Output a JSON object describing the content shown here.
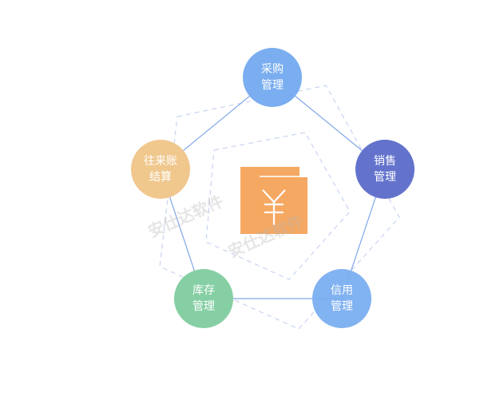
{
  "nodes": [
    {
      "id": "purchase",
      "line1": "采购",
      "line2": "管理",
      "color": "#7aaef0"
    },
    {
      "id": "sales",
      "line1": "销售",
      "line2": "管理",
      "color": "#6373cc"
    },
    {
      "id": "credit",
      "line1": "信用",
      "line2": "管理",
      "color": "#7aaef0"
    },
    {
      "id": "inventory",
      "line1": "库存",
      "line2": "管理",
      "color": "#86cfa4"
    },
    {
      "id": "accounts",
      "line1": "往来账",
      "line2": "结算",
      "color": "#f0c88e"
    }
  ],
  "center": {
    "symbol": "¥",
    "color": "#f5a862"
  },
  "watermark": "安仕达软件",
  "colors": {
    "edge": "#7fa6e8",
    "dash": "#c5d2f0"
  }
}
